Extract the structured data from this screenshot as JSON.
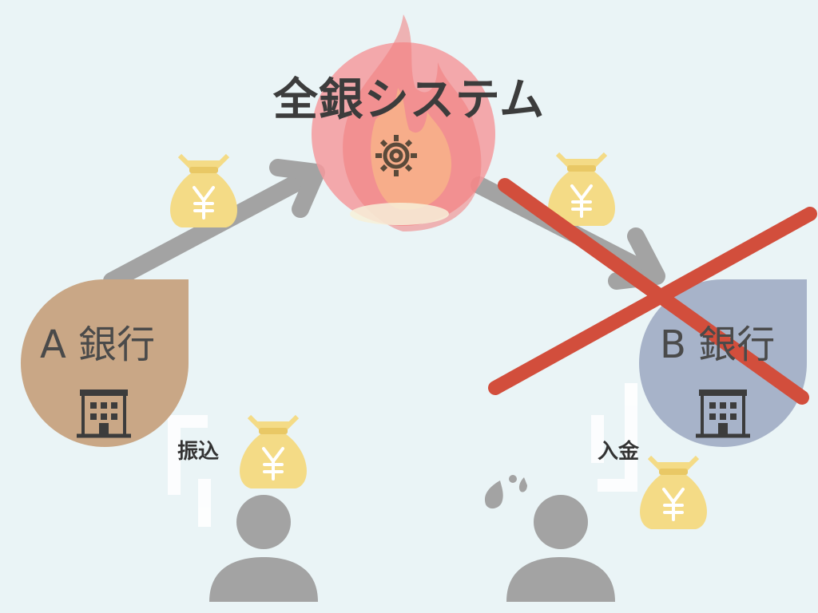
{
  "system": {
    "title": "全銀システム"
  },
  "bank_a": {
    "label": "A 銀行"
  },
  "bank_b": {
    "label": "B 銀行"
  },
  "labels": {
    "transfer": "振込",
    "deposit": "入金"
  },
  "money_symbol": "¥",
  "icons": [
    "gear-icon",
    "building-icon",
    "money-bag-icon",
    "person-icon",
    "fire-icon",
    "sweat-icon",
    "cross-icon"
  ],
  "colors": {
    "background": "#eaf4f6",
    "bank_a": "#c9a786",
    "bank_b": "#a7b3c9",
    "system_circle": "#f49a9e",
    "flame": "#f07c7c",
    "arrow": "#a3a3a3",
    "money_bag": "#f4db86",
    "person": "#a3a3a3",
    "cross": "#d24e3c",
    "gear": "#5a4a3a"
  }
}
